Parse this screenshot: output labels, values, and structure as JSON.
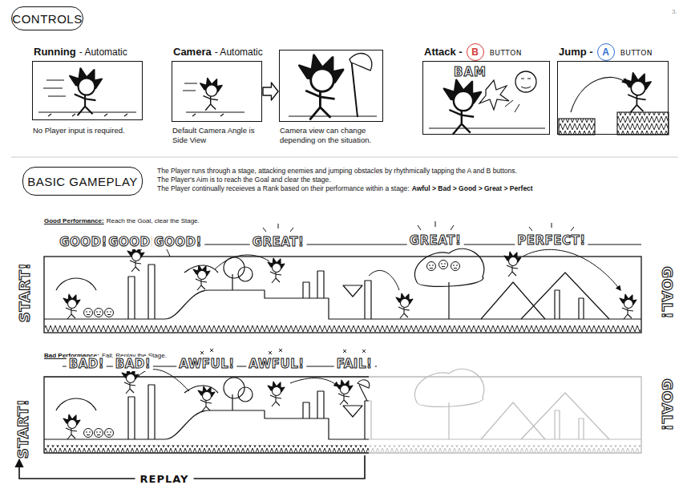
{
  "diagram": {
    "nodes": [
      {
        "text": [
          "CONTROLS"
        ]
      },
      {
        "text": [
          "Running",
          "- Automatic",
          "No Player input is required."
        ]
      },
      {
        "text": [
          "Camera",
          "- Automatic",
          "Default Camera Angle is Side View"
        ]
      },
      {
        "text": [
          "Camera view can change depending on the situation."
        ]
      },
      {
        "text": [
          "Attack -",
          "BUTTON",
          "BAM"
        ]
      },
      {
        "text": [
          "B"
        ]
      },
      {
        "text": [
          "Jump -",
          "BUTTON"
        ]
      },
      {
        "text": [
          "A"
        ]
      },
      {
        "text": [
          "BASIC GAMEPLAY"
        ]
      }
    ],
    "edges": [
      {
        "from": 2,
        "to": 3,
        "arrow": "to"
      }
    ],
    "labels": [
      "3.",
      "The Player runs through a stage, attacking enemies and jumping obstacles by rhythmically tapping the A and B buttons.",
      "The Player's Aim is to reach the Goal and clear the stage.",
      "The Player continually receieves a Rank based on their performance within a stage:",
      "Awful > Bad > Good > Great > Perfect",
      "Good Performance:",
      "Reach the Goal, clear the Stage.",
      "START!",
      "GOOD!",
      "GOOD!",
      "GOOD!",
      "GREAT!",
      "GREAT!",
      "PERFECT!",
      "GOAL!",
      "Bad Performance:",
      "Fail, Replay the Stage.",
      "START!",
      "BAD!",
      "BAD!",
      "AWFUL!",
      "AWFUL!",
      "FAIL!",
      "GOAL!",
      "REPLAY"
    ]
  }
}
